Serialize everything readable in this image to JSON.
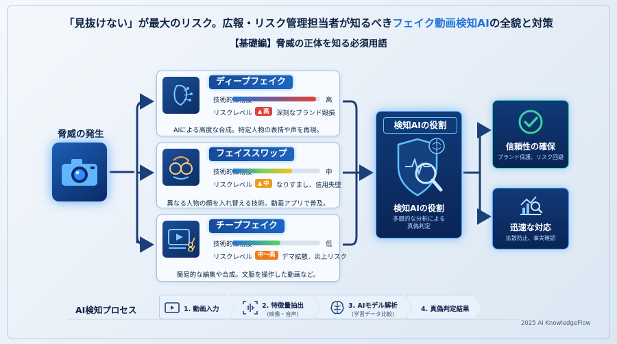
{
  "header": {
    "title_main": "「見抜けない」が最大のリスク。広報・リスク管理担当者が知るべき",
    "title_accent": "フェイク動画検知AI",
    "title_tail": "の全貌と対策",
    "subtitle": "【基礎編】脅威の正体を知る必須用語"
  },
  "threat_source": {
    "label": "脅威の発生",
    "icon": "camera-icon"
  },
  "cards": [
    {
      "name": "ディープフェイク",
      "icon": "ai-face-icon",
      "difficulty_label": "技術的難易度",
      "difficulty_value": "高",
      "difficulty_level": 0.95,
      "risk_label": "リスクレベル",
      "risk_badge": "高",
      "risk_text": "深刻なブランド毀損",
      "risk_color": "#e0413a",
      "description": "AIによる高度な合成。特定人物の表情や声を再現。"
    },
    {
      "name": "フェイススワップ",
      "icon": "face-swap-icon",
      "difficulty_label": "技術的難易度",
      "difficulty_value": "中",
      "difficulty_level": 0.68,
      "risk_label": "リスクレベル",
      "risk_badge": "中",
      "risk_text": "なりすまし、信用失墜",
      "risk_color": "#f09a1a",
      "description": "異なる人物の顔を入れ替える技術。動画アプリで普及。"
    },
    {
      "name": "チープフェイク",
      "icon": "video-edit-icon",
      "difficulty_label": "技術的難易度",
      "difficulty_value": "低",
      "difficulty_level": 0.55,
      "risk_label": "リスクレベル",
      "risk_badge": "中～高",
      "risk_text": "デマ拡散、炎上リスク",
      "risk_color": "#f07a1a",
      "description": "簡易的な編集や合成。文脈を操作した動画など。"
    }
  ],
  "detector": {
    "chip": "検知AIの役割",
    "title": "検知AIの役割",
    "subtitle_line1": "多層的な分析による",
    "subtitle_line2": "真偽判定",
    "icon": "shield-brain-icon"
  },
  "outcomes": [
    {
      "title": "信頼性の確保",
      "subtitle": "ブランド保護、リスク回避",
      "icon": "check-circle-icon"
    },
    {
      "title": "迅速な対応",
      "subtitle": "拡散防止、事実確認",
      "icon": "chart-search-icon"
    }
  ],
  "process": {
    "label": "AI検知プロセス",
    "steps": [
      {
        "title": "1. 動画入力",
        "sub": "",
        "icon": "video-icon"
      },
      {
        "title": "2. 特徴量抽出",
        "sub": "(映像・音声)",
        "icon": "waveform-scan-icon"
      },
      {
        "title": "3. AIモデル解析",
        "sub": "(学習データ比較)",
        "icon": "brain-circuit-icon"
      },
      {
        "title": "4. 真偽判定結果",
        "sub": "",
        "icon": ""
      }
    ]
  },
  "footer": {
    "copyright": "2025 AI KnowledgeFlow"
  },
  "colors": {
    "navy": "#0c2244",
    "accent": "#1e73d8",
    "panel": "#0a2556",
    "glow": "#4aa6ff",
    "green": "#38d3a2"
  }
}
